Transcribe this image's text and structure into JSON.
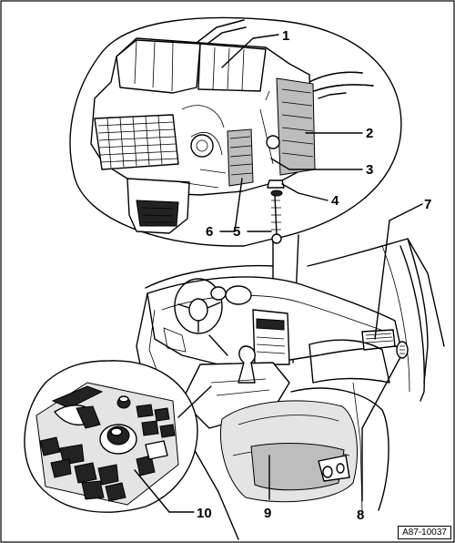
{
  "figure": {
    "reference_code": "A87-10037",
    "callouts": [
      {
        "id": "1",
        "label": "1"
      },
      {
        "id": "2",
        "label": "2"
      },
      {
        "id": "3",
        "label": "3"
      },
      {
        "id": "4",
        "label": "4"
      },
      {
        "id": "5",
        "label": "5"
      },
      {
        "id": "6",
        "label": "6"
      },
      {
        "id": "7",
        "label": "7"
      },
      {
        "id": "8",
        "label": "8"
      },
      {
        "id": "9",
        "label": "9"
      },
      {
        "id": "10",
        "label": "10"
      }
    ]
  }
}
